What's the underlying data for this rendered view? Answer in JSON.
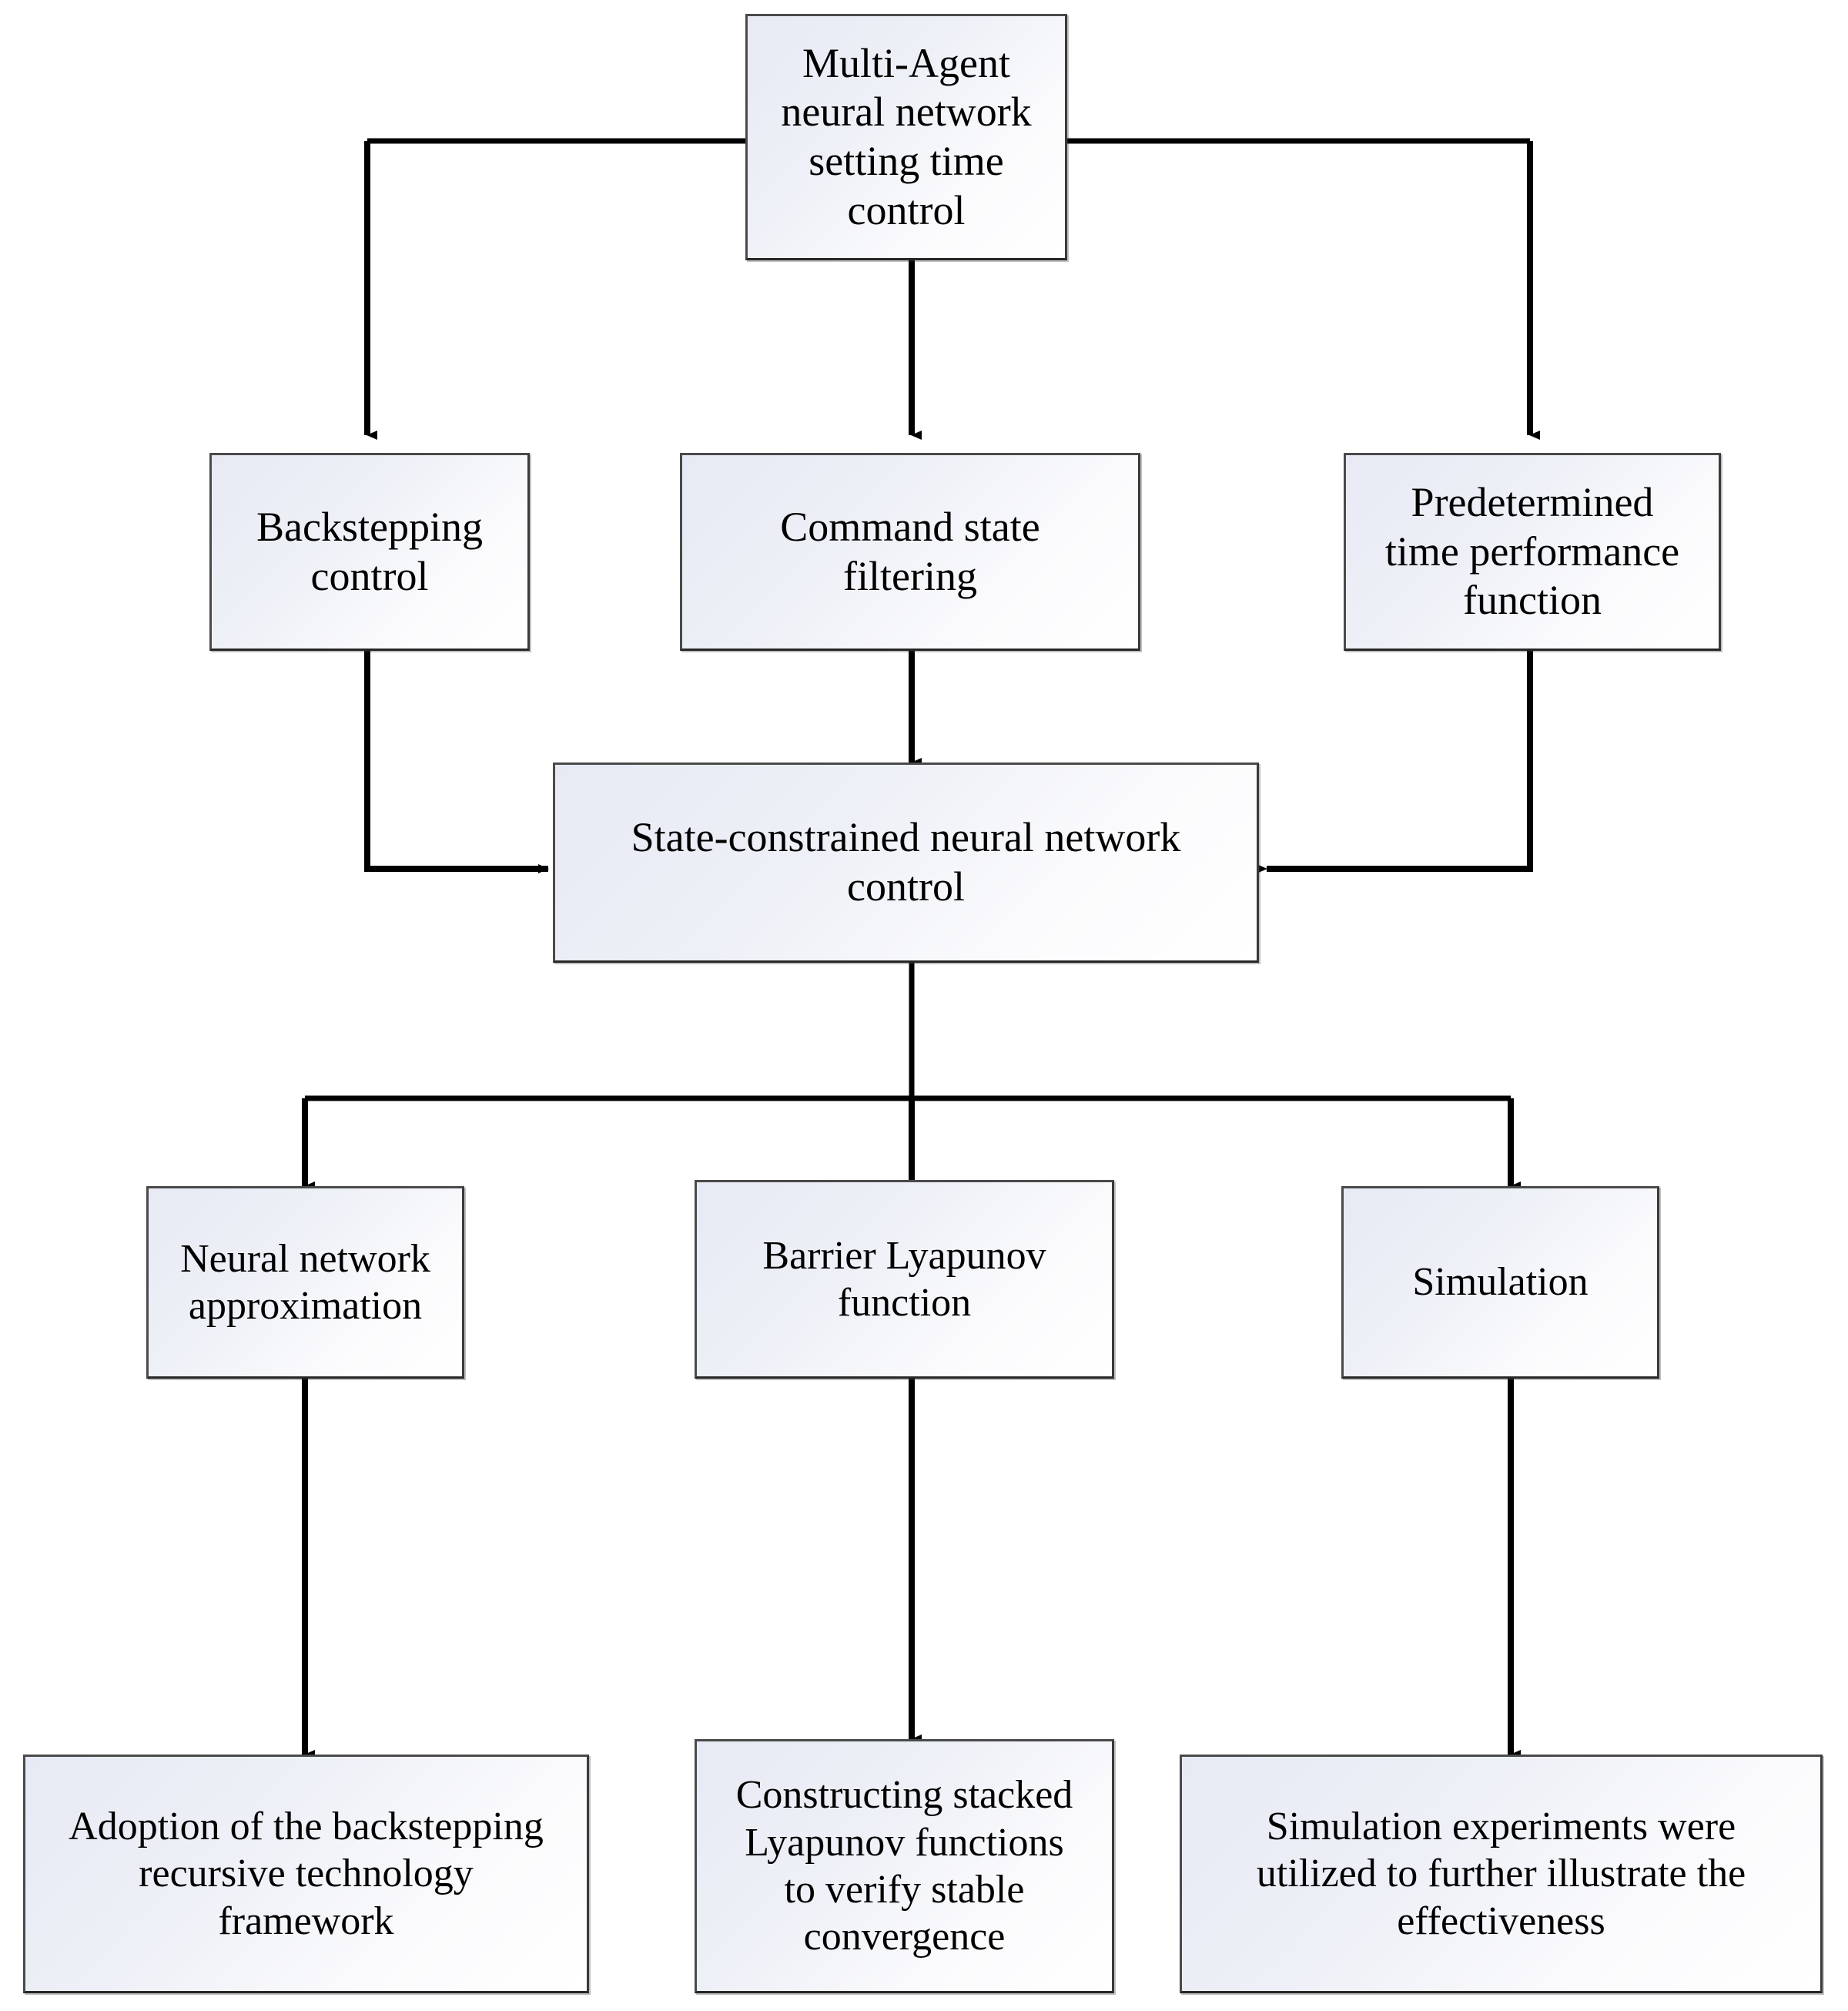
{
  "diagram": {
    "title": "Multi-Agent neural network setting time control flowchart",
    "type": "flowchart",
    "orientation": "top-down",
    "colors": {
      "background": "#ffffff",
      "node_fill_start": "#e7eaf4",
      "node_fill_end": "#ffffff",
      "node_border": "#3a3a3a",
      "edge": "#000000",
      "text": "#000000"
    }
  },
  "nodes": {
    "root": {
      "id": "multi-agent-setting-time-control",
      "text": "Multi-Agent\nneural network\nsetting time\ncontrol",
      "row": 1
    },
    "backstepping_control": {
      "id": "backstepping-control",
      "text": "Backstepping\ncontrol",
      "row": 2
    },
    "command_state_filtering": {
      "id": "command-state-filtering",
      "text": "Command state\nfiltering",
      "row": 2
    },
    "predetermined_time_performance_function": {
      "id": "predetermined-time-performance-function",
      "text": "Predetermined\ntime performance\nfunction",
      "row": 2
    },
    "state_constrained_control": {
      "id": "state-constrained-neural-network-control",
      "text": "State-constrained neural network\ncontrol",
      "row": 3
    },
    "neural_network_approximation": {
      "id": "neural-network-approximation",
      "text": "Neural network\napproximation",
      "row": 4
    },
    "barrier_lyapunov_function": {
      "id": "barrier-lyapunov-function",
      "text": "Barrier Lyapunov\nfunction",
      "row": 4
    },
    "simulation": {
      "id": "simulation",
      "text": "Simulation",
      "row": 4
    },
    "backstepping_recursive_framework": {
      "id": "adoption-of-backstepping-recursive-technology-framework",
      "text": "Adoption of the backstepping\nrecursive technology\nframework",
      "row": 5
    },
    "stacked_lyapunov_functions": {
      "id": "constructing-stacked-lyapunov-functions",
      "text": "Constructing stacked\nLyapunov functions\nto verify stable\nconvergence",
      "row": 5
    },
    "simulation_experiments": {
      "id": "simulation-experiments-effectiveness",
      "text": "Simulation experiments were\nutilized to further illustrate the\neffectiveness",
      "row": 5
    }
  },
  "edges": [
    {
      "id": "root-to-backstepping-control",
      "from": "root",
      "to": "backstepping_control",
      "style": "elbow-down"
    },
    {
      "id": "root-to-command-state-filtering",
      "from": "root",
      "to": "command_state_filtering",
      "style": "straight-down"
    },
    {
      "id": "root-to-predetermined-time-performance-function",
      "from": "root",
      "to": "predetermined_time_performance_function",
      "style": "elbow-down"
    },
    {
      "id": "backstepping-control-to-state-constrained-control",
      "from": "backstepping_control",
      "to": "state_constrained_control",
      "style": "elbow-right"
    },
    {
      "id": "command-state-filtering-to-state-constrained-control",
      "from": "command_state_filtering",
      "to": "state_constrained_control",
      "style": "straight-down"
    },
    {
      "id": "predetermined-time-performance-function-to-state-constrained-control",
      "from": "predetermined_time_performance_function",
      "to": "state_constrained_control",
      "style": "elbow-left"
    },
    {
      "id": "state-constrained-control-to-neural-network-approximation",
      "from": "state_constrained_control",
      "to": "neural_network_approximation",
      "style": "elbow-down"
    },
    {
      "id": "state-constrained-control-to-barrier-lyapunov-function",
      "from": "state_constrained_control",
      "to": "barrier_lyapunov_function",
      "style": "straight-down"
    },
    {
      "id": "state-constrained-control-to-simulation",
      "from": "state_constrained_control",
      "to": "simulation",
      "style": "elbow-down"
    },
    {
      "id": "neural-network-approximation-to-backstepping-recursive-framework",
      "from": "neural_network_approximation",
      "to": "backstepping_recursive_framework",
      "style": "straight-down"
    },
    {
      "id": "barrier-lyapunov-function-to-stacked-lyapunov-functions",
      "from": "barrier_lyapunov_function",
      "to": "stacked_lyapunov_functions",
      "style": "straight-down"
    },
    {
      "id": "simulation-to-simulation-experiments",
      "from": "simulation",
      "to": "simulation_experiments",
      "style": "straight-down"
    }
  ]
}
